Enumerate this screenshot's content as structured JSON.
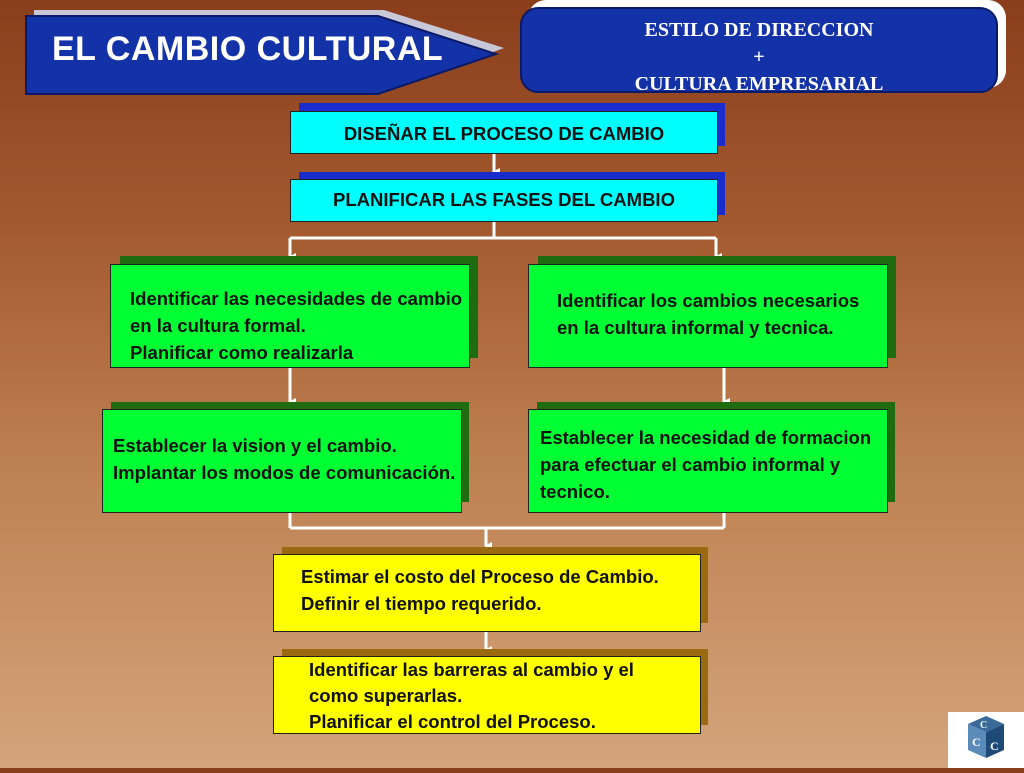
{
  "title": "EL CAMBIO CULTURAL",
  "header_box": {
    "line1": "ESTILO DE DIRECCION",
    "line2": "+",
    "line3": "CULTURA EMPRESARIAL"
  },
  "steps": {
    "design": "DISEÑAR EL PROCESO DE CAMBIO",
    "plan_phases": "PLANIFICAR LAS FASES DEL CAMBIO"
  },
  "formal": {
    "lines": [
      "Identificar las necesidades de cambio",
      "en la cultura formal.",
      "Planificar como realizarla"
    ]
  },
  "informal": {
    "lines": [
      "Identificar los cambios necesarios",
      "en la cultura informal y tecnica."
    ]
  },
  "vision": {
    "lines": [
      "Establecer la vision y el cambio.",
      "Implantar los modos de comunicación."
    ]
  },
  "training": {
    "lines": [
      "Establecer la necesidad de formacion",
      "para efectuar el cambio informal y",
      "tecnico."
    ]
  },
  "cost": {
    "lines": [
      "Estimar el costo del Proceso de Cambio.",
      "Definir el tiempo requerido."
    ]
  },
  "barriers": {
    "lines": [
      "Identificar las barreras al cambio y el",
      "como superarlas.",
      "Planificar el control del Proceso."
    ]
  },
  "colors": {
    "cyan": "#00ffff",
    "green": "#00ff33",
    "yellow": "#ffff00",
    "navy": "#1432a8"
  },
  "logo": {
    "icon": "cc-cube-logo"
  }
}
